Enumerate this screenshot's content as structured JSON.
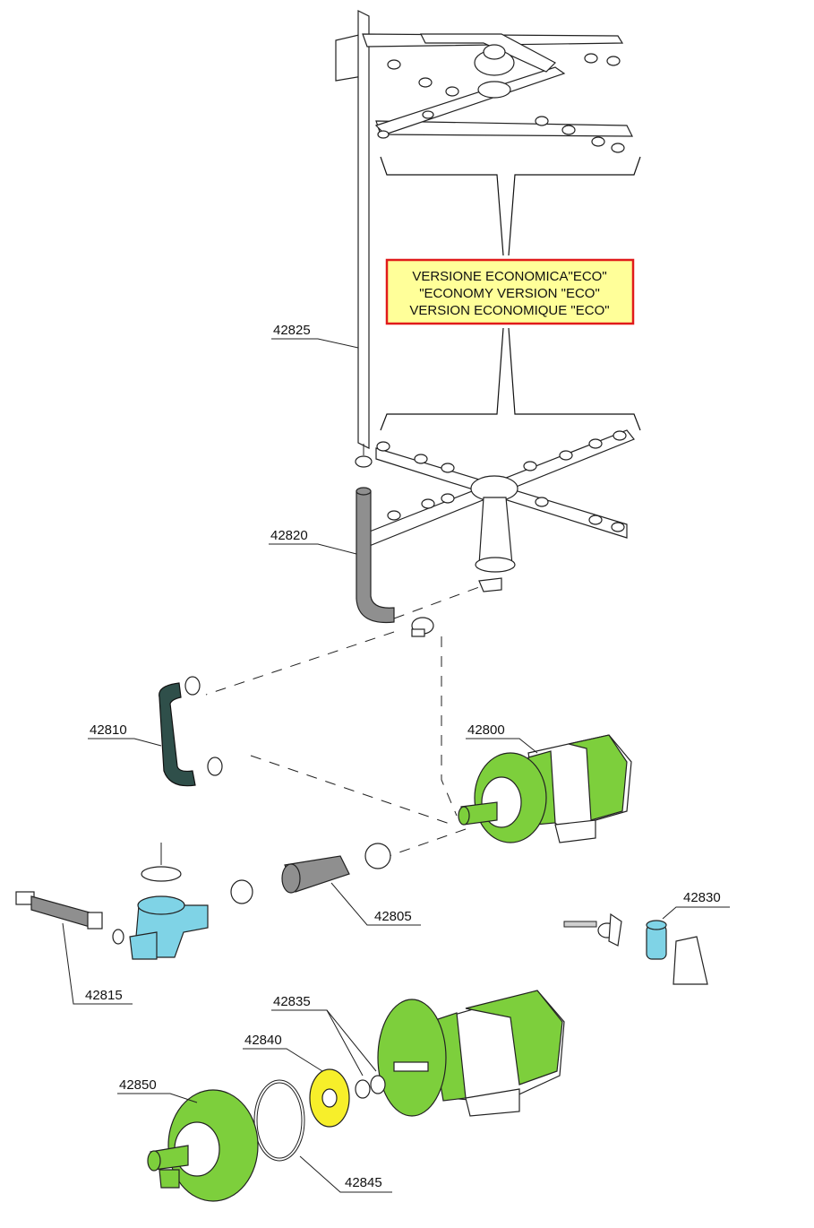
{
  "eco_box": {
    "line1": "VERSIONE ECONOMICA\"ECO\"",
    "line2": "\"ECONOMY VERSION \"ECO\"",
    "line3": "VERSION ECONOMIQUE \"ECO\"",
    "border_color": "#e01b1b",
    "fill_color": "#ffff99"
  },
  "part_numbers": {
    "p42825": "42825",
    "p42820": "42820",
    "p42810": "42810",
    "p42800": "42800",
    "p42805": "42805",
    "p42815": "42815",
    "p42830": "42830",
    "p42835": "42835",
    "p42840": "42840",
    "p42850": "42850",
    "p42845": "42845"
  },
  "colors": {
    "motor_green": "#7dcf3c",
    "collector_blue": "#7fd3e6",
    "impeller_yellow": "#f7ef2a",
    "hose_grey": "#8f8f8f",
    "hose_dark": "#2f4f4a"
  }
}
